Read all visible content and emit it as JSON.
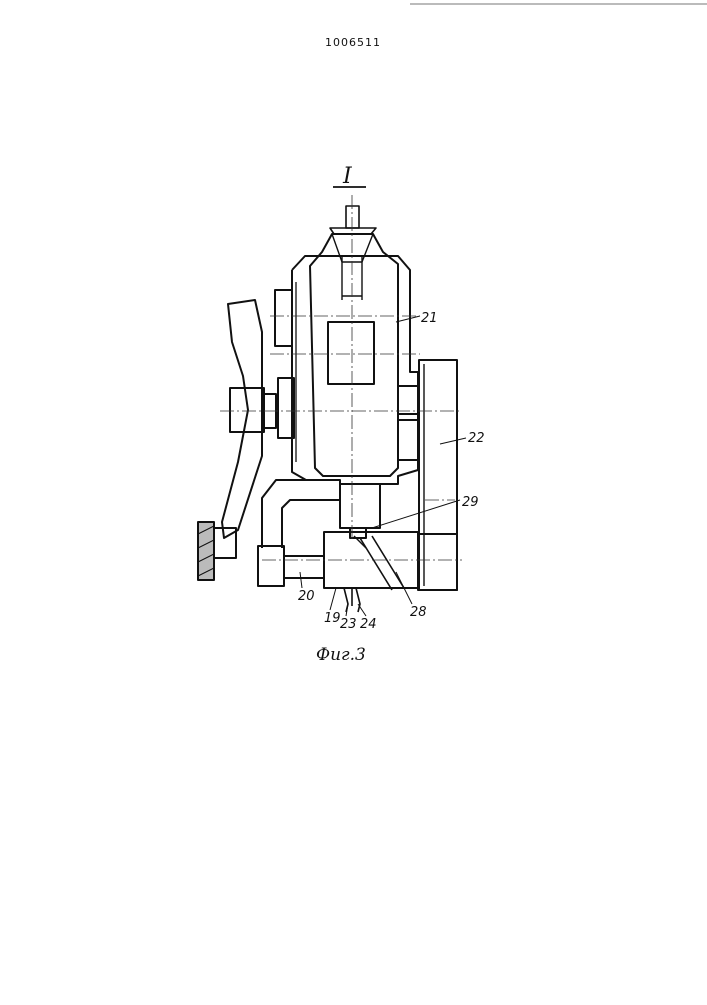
{
  "document": {
    "patent_number": "1006511",
    "view_label": "I",
    "figure_caption": "Фиг.3"
  },
  "references": {
    "r21": "21",
    "r22": "22",
    "r29": "29",
    "r20": "20",
    "r19": "19",
    "r23": "23",
    "r24": "24",
    "r28": "28"
  }
}
